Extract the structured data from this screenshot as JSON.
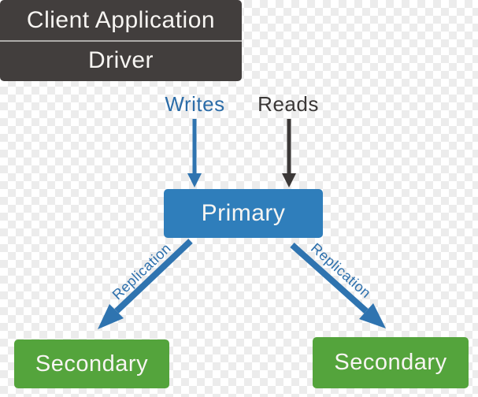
{
  "colors": {
    "client_box_bg": "#423e3d",
    "divider": "#aeacaa",
    "primary_bg": "#2f7ebb",
    "secondary_bg": "#54a43c",
    "arrow_blue": "#2f74b0",
    "arrow_dark": "#3b3837",
    "writes_text": "#2b6ca8",
    "reads_text": "#3a3736",
    "replication_text": "#2c6fac",
    "box_text": "#f7f5f2"
  },
  "client_box": {
    "title": "Client Application",
    "subtitle": "Driver"
  },
  "flows": {
    "writes": "Writes",
    "reads": "Reads"
  },
  "nodes": {
    "primary": "Primary",
    "secondary_left": "Secondary",
    "secondary_right": "Secondary"
  },
  "replication": {
    "left": "Replication",
    "right": "Replication"
  }
}
